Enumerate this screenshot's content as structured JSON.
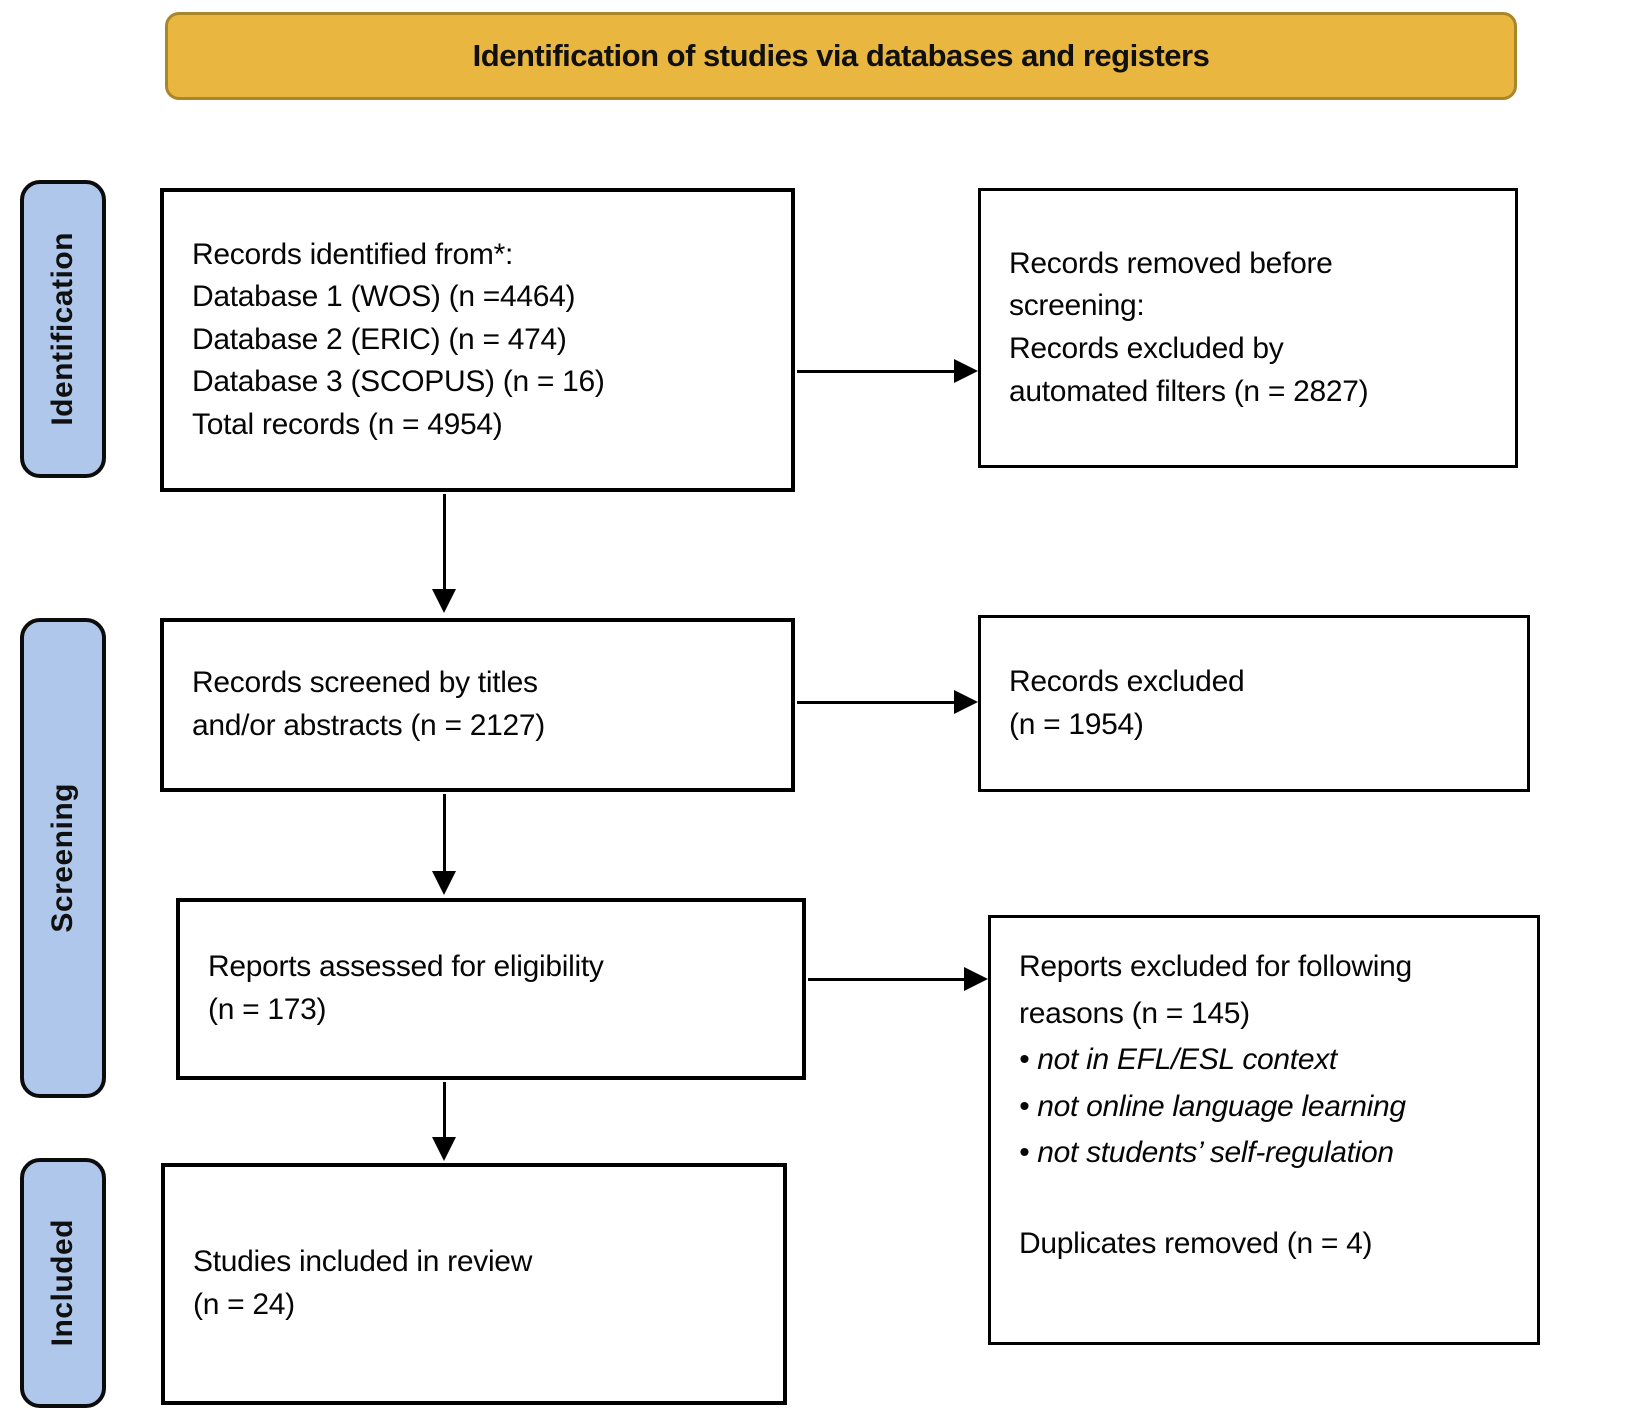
{
  "title": "Identification of studies via databases and registers",
  "colors": {
    "banner_bg": "#E9B640",
    "banner_border": "#A8862A",
    "stage_bg": "#AEC7EA",
    "box_border": "#000000"
  },
  "stages": {
    "identification": "Identification",
    "screening": "Screening",
    "included": "Included"
  },
  "boxes": {
    "identified": {
      "lines": [
        "Records identified from*:",
        "Database 1 (WOS) (n =4464)",
        "Database 2 (ERIC) (n = 474)",
        "Database 3 (SCOPUS) (n = 16)",
        "Total records (n = 4954)"
      ]
    },
    "removed_before_screening": {
      "lines": [
        "Records removed before",
        "screening:",
        "Records excluded by",
        "automated filters (n = 2827)"
      ]
    },
    "screened": {
      "lines": [
        "Records screened by titles",
        "and/or abstracts (n = 2127)"
      ]
    },
    "records_excluded": {
      "lines": [
        "Records excluded",
        "(n = 1954)"
      ]
    },
    "assessed": {
      "lines": [
        "Reports assessed for eligibility",
        "(n = 173)"
      ]
    },
    "reports_excluded": {
      "lines": [
        "Reports excluded for following",
        "reasons (n = 145)"
      ],
      "bullets": [
        "• not in EFL/ESL context",
        "• not online language learning",
        "• not students’ self-regulation"
      ],
      "footer": "Duplicates removed (n = 4)"
    },
    "included_studies": {
      "lines": [
        "Studies included in review",
        "(n = 24)"
      ]
    }
  }
}
